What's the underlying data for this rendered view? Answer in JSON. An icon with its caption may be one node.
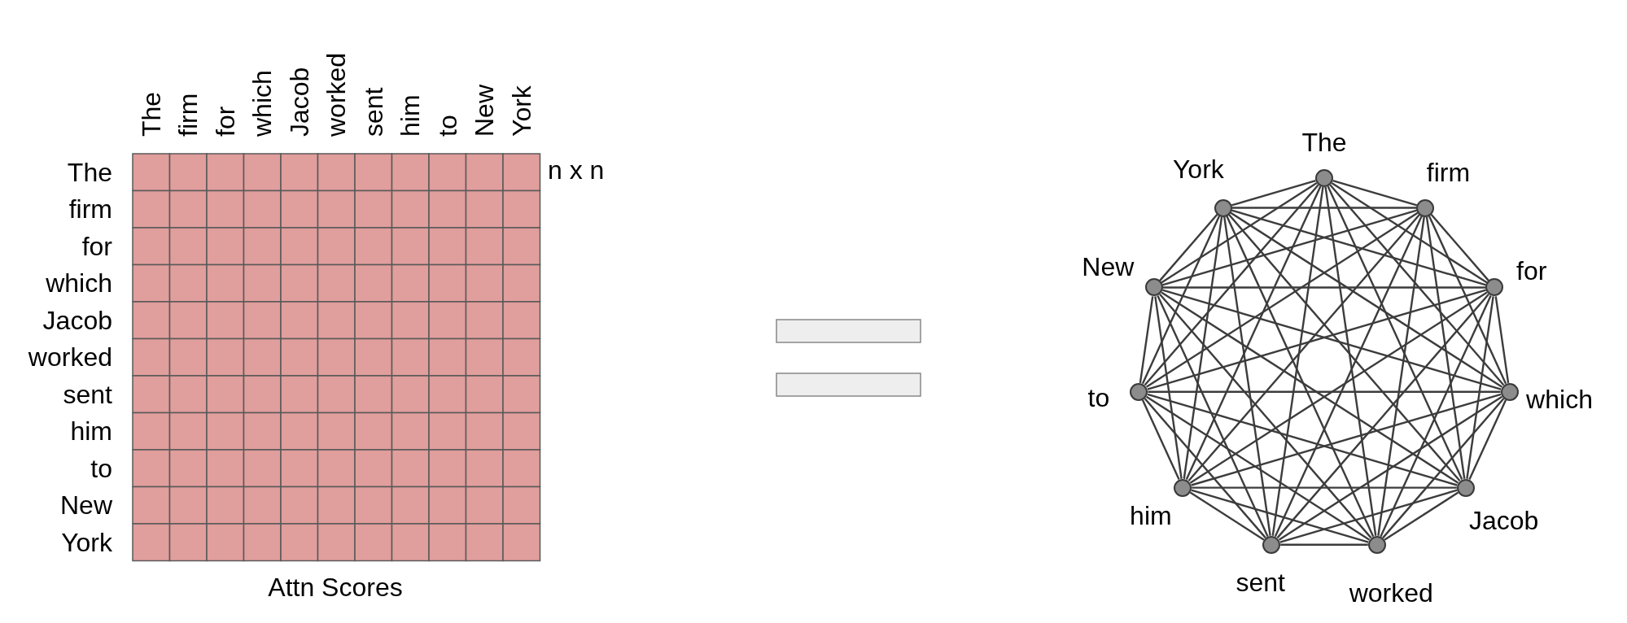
{
  "diagram": {
    "nodes": [
      {
        "text": [],
        "shape": "circle",
        "beside": [
          "The"
        ]
      },
      {
        "text": [],
        "shape": "circle",
        "beside": [
          "firm"
        ]
      },
      {
        "text": [],
        "shape": "circle",
        "beside": [
          "for"
        ]
      },
      {
        "text": [],
        "shape": "circle",
        "beside": [
          "which"
        ]
      },
      {
        "text": [],
        "shape": "circle",
        "beside": [
          "Jacob"
        ]
      },
      {
        "text": [],
        "shape": "circle",
        "beside": [
          "worked"
        ]
      },
      {
        "text": [],
        "shape": "circle",
        "beside": [
          "sent"
        ]
      },
      {
        "text": [],
        "shape": "circle",
        "beside": [
          "him"
        ]
      },
      {
        "text": [],
        "shape": "circle",
        "beside": [
          "to"
        ]
      },
      {
        "text": [],
        "shape": "circle",
        "beside": [
          "New"
        ]
      },
      {
        "text": [],
        "shape": "circle",
        "beside": [
          "York"
        ]
      }
    ],
    "edges": [
      {
        "from": 0,
        "to": 1,
        "arrow": "none"
      },
      {
        "from": 0,
        "to": 2,
        "arrow": "none"
      },
      {
        "from": 0,
        "to": 3,
        "arrow": "none"
      },
      {
        "from": 0,
        "to": 4,
        "arrow": "none"
      },
      {
        "from": 0,
        "to": 5,
        "arrow": "none"
      },
      {
        "from": 0,
        "to": 6,
        "arrow": "none"
      },
      {
        "from": 0,
        "to": 7,
        "arrow": "none"
      },
      {
        "from": 0,
        "to": 8,
        "arrow": "none"
      },
      {
        "from": 0,
        "to": 9,
        "arrow": "none"
      },
      {
        "from": 0,
        "to": 10,
        "arrow": "none"
      },
      {
        "from": 1,
        "to": 2,
        "arrow": "none"
      },
      {
        "from": 1,
        "to": 3,
        "arrow": "none"
      },
      {
        "from": 1,
        "to": 4,
        "arrow": "none"
      },
      {
        "from": 1,
        "to": 5,
        "arrow": "none"
      },
      {
        "from": 1,
        "to": 6,
        "arrow": "none"
      },
      {
        "from": 1,
        "to": 7,
        "arrow": "none"
      },
      {
        "from": 1,
        "to": 8,
        "arrow": "none"
      },
      {
        "from": 1,
        "to": 9,
        "arrow": "none"
      },
      {
        "from": 1,
        "to": 10,
        "arrow": "none"
      },
      {
        "from": 2,
        "to": 3,
        "arrow": "none"
      },
      {
        "from": 2,
        "to": 4,
        "arrow": "none"
      },
      {
        "from": 2,
        "to": 5,
        "arrow": "none"
      },
      {
        "from": 2,
        "to": 6,
        "arrow": "none"
      },
      {
        "from": 2,
        "to": 7,
        "arrow": "none"
      },
      {
        "from": 2,
        "to": 8,
        "arrow": "none"
      },
      {
        "from": 2,
        "to": 9,
        "arrow": "none"
      },
      {
        "from": 2,
        "to": 10,
        "arrow": "none"
      },
      {
        "from": 3,
        "to": 4,
        "arrow": "none"
      },
      {
        "from": 3,
        "to": 5,
        "arrow": "none"
      },
      {
        "from": 3,
        "to": 6,
        "arrow": "none"
      },
      {
        "from": 3,
        "to": 7,
        "arrow": "none"
      },
      {
        "from": 3,
        "to": 8,
        "arrow": "none"
      },
      {
        "from": 3,
        "to": 9,
        "arrow": "none"
      },
      {
        "from": 3,
        "to": 10,
        "arrow": "none"
      },
      {
        "from": 4,
        "to": 5,
        "arrow": "none"
      },
      {
        "from": 4,
        "to": 6,
        "arrow": "none"
      },
      {
        "from": 4,
        "to": 7,
        "arrow": "none"
      },
      {
        "from": 4,
        "to": 8,
        "arrow": "none"
      },
      {
        "from": 4,
        "to": 9,
        "arrow": "none"
      },
      {
        "from": 4,
        "to": 10,
        "arrow": "none"
      },
      {
        "from": 5,
        "to": 6,
        "arrow": "none"
      },
      {
        "from": 5,
        "to": 7,
        "arrow": "none"
      },
      {
        "from": 5,
        "to": 8,
        "arrow": "none"
      },
      {
        "from": 5,
        "to": 9,
        "arrow": "none"
      },
      {
        "from": 5,
        "to": 10,
        "arrow": "none"
      },
      {
        "from": 6,
        "to": 7,
        "arrow": "none"
      },
      {
        "from": 6,
        "to": 8,
        "arrow": "none"
      },
      {
        "from": 6,
        "to": 9,
        "arrow": "none"
      },
      {
        "from": 6,
        "to": 10,
        "arrow": "none"
      },
      {
        "from": 7,
        "to": 8,
        "arrow": "none"
      },
      {
        "from": 7,
        "to": 9,
        "arrow": "none"
      },
      {
        "from": 7,
        "to": 10,
        "arrow": "none"
      },
      {
        "from": 8,
        "to": 9,
        "arrow": "none"
      },
      {
        "from": 8,
        "to": 10,
        "arrow": "none"
      },
      {
        "from": 9,
        "to": 10,
        "arrow": "none"
      }
    ],
    "labels": [
      "The",
      "firm",
      "for",
      "which",
      "Jacob",
      "worked",
      "sent",
      "him",
      "to",
      "New",
      "York",
      "The",
      "firm",
      "for",
      "which",
      "Jacob",
      "worked",
      "sent",
      "him",
      "to",
      "New",
      "York",
      "n x n",
      "Attn Scores"
    ]
  }
}
